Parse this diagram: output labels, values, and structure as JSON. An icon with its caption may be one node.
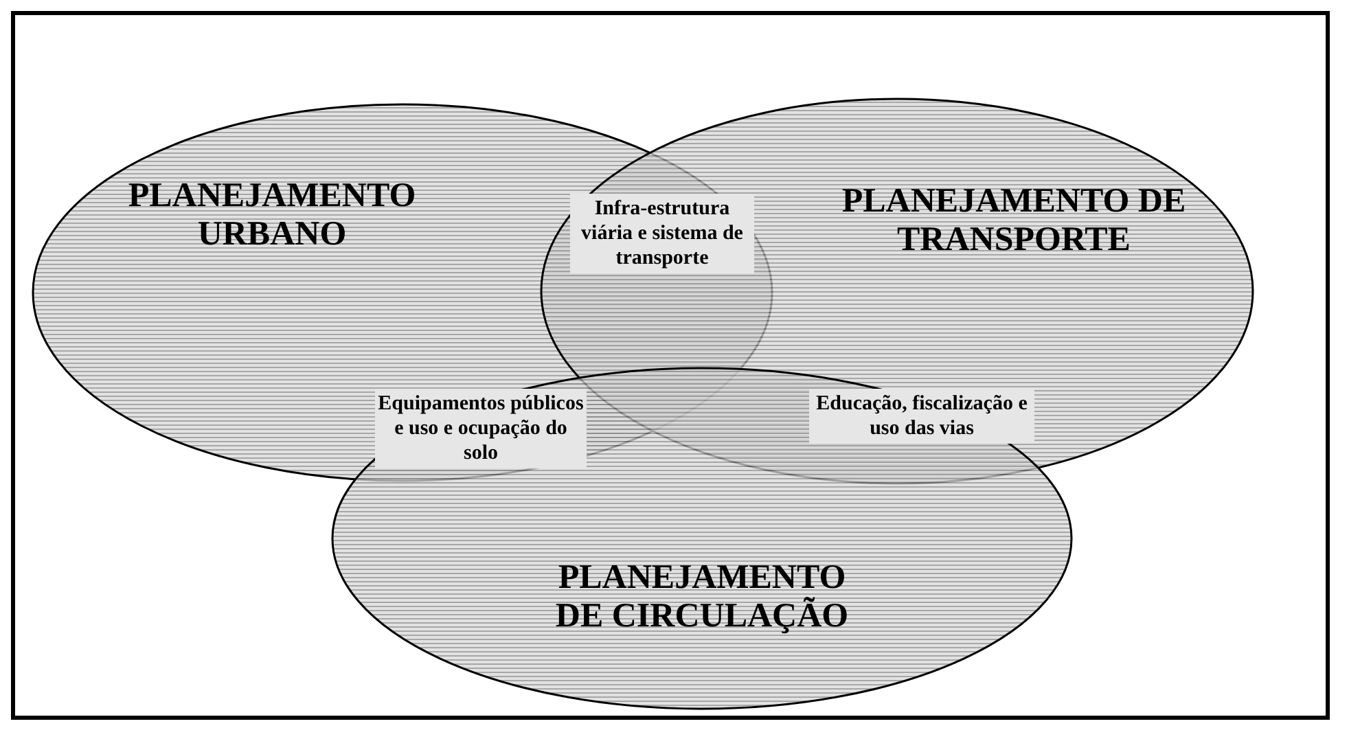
{
  "diagram": {
    "nodes": [
      {
        "text": [
          "PLANEJAMENTO URBANO"
        ]
      },
      {
        "text": [
          "PLANEJAMENTO DE TRANSPORTE"
        ]
      },
      {
        "text": [
          "PLANEJAMENTO DE CIRCULAÇÃO"
        ]
      }
    ],
    "labels": [
      "Infra-estrutura viária e sistema de transporte",
      "Equipamentos públicos e uso e ocupação do solo",
      "Educação, fiscalização e uso das vias"
    ]
  }
}
